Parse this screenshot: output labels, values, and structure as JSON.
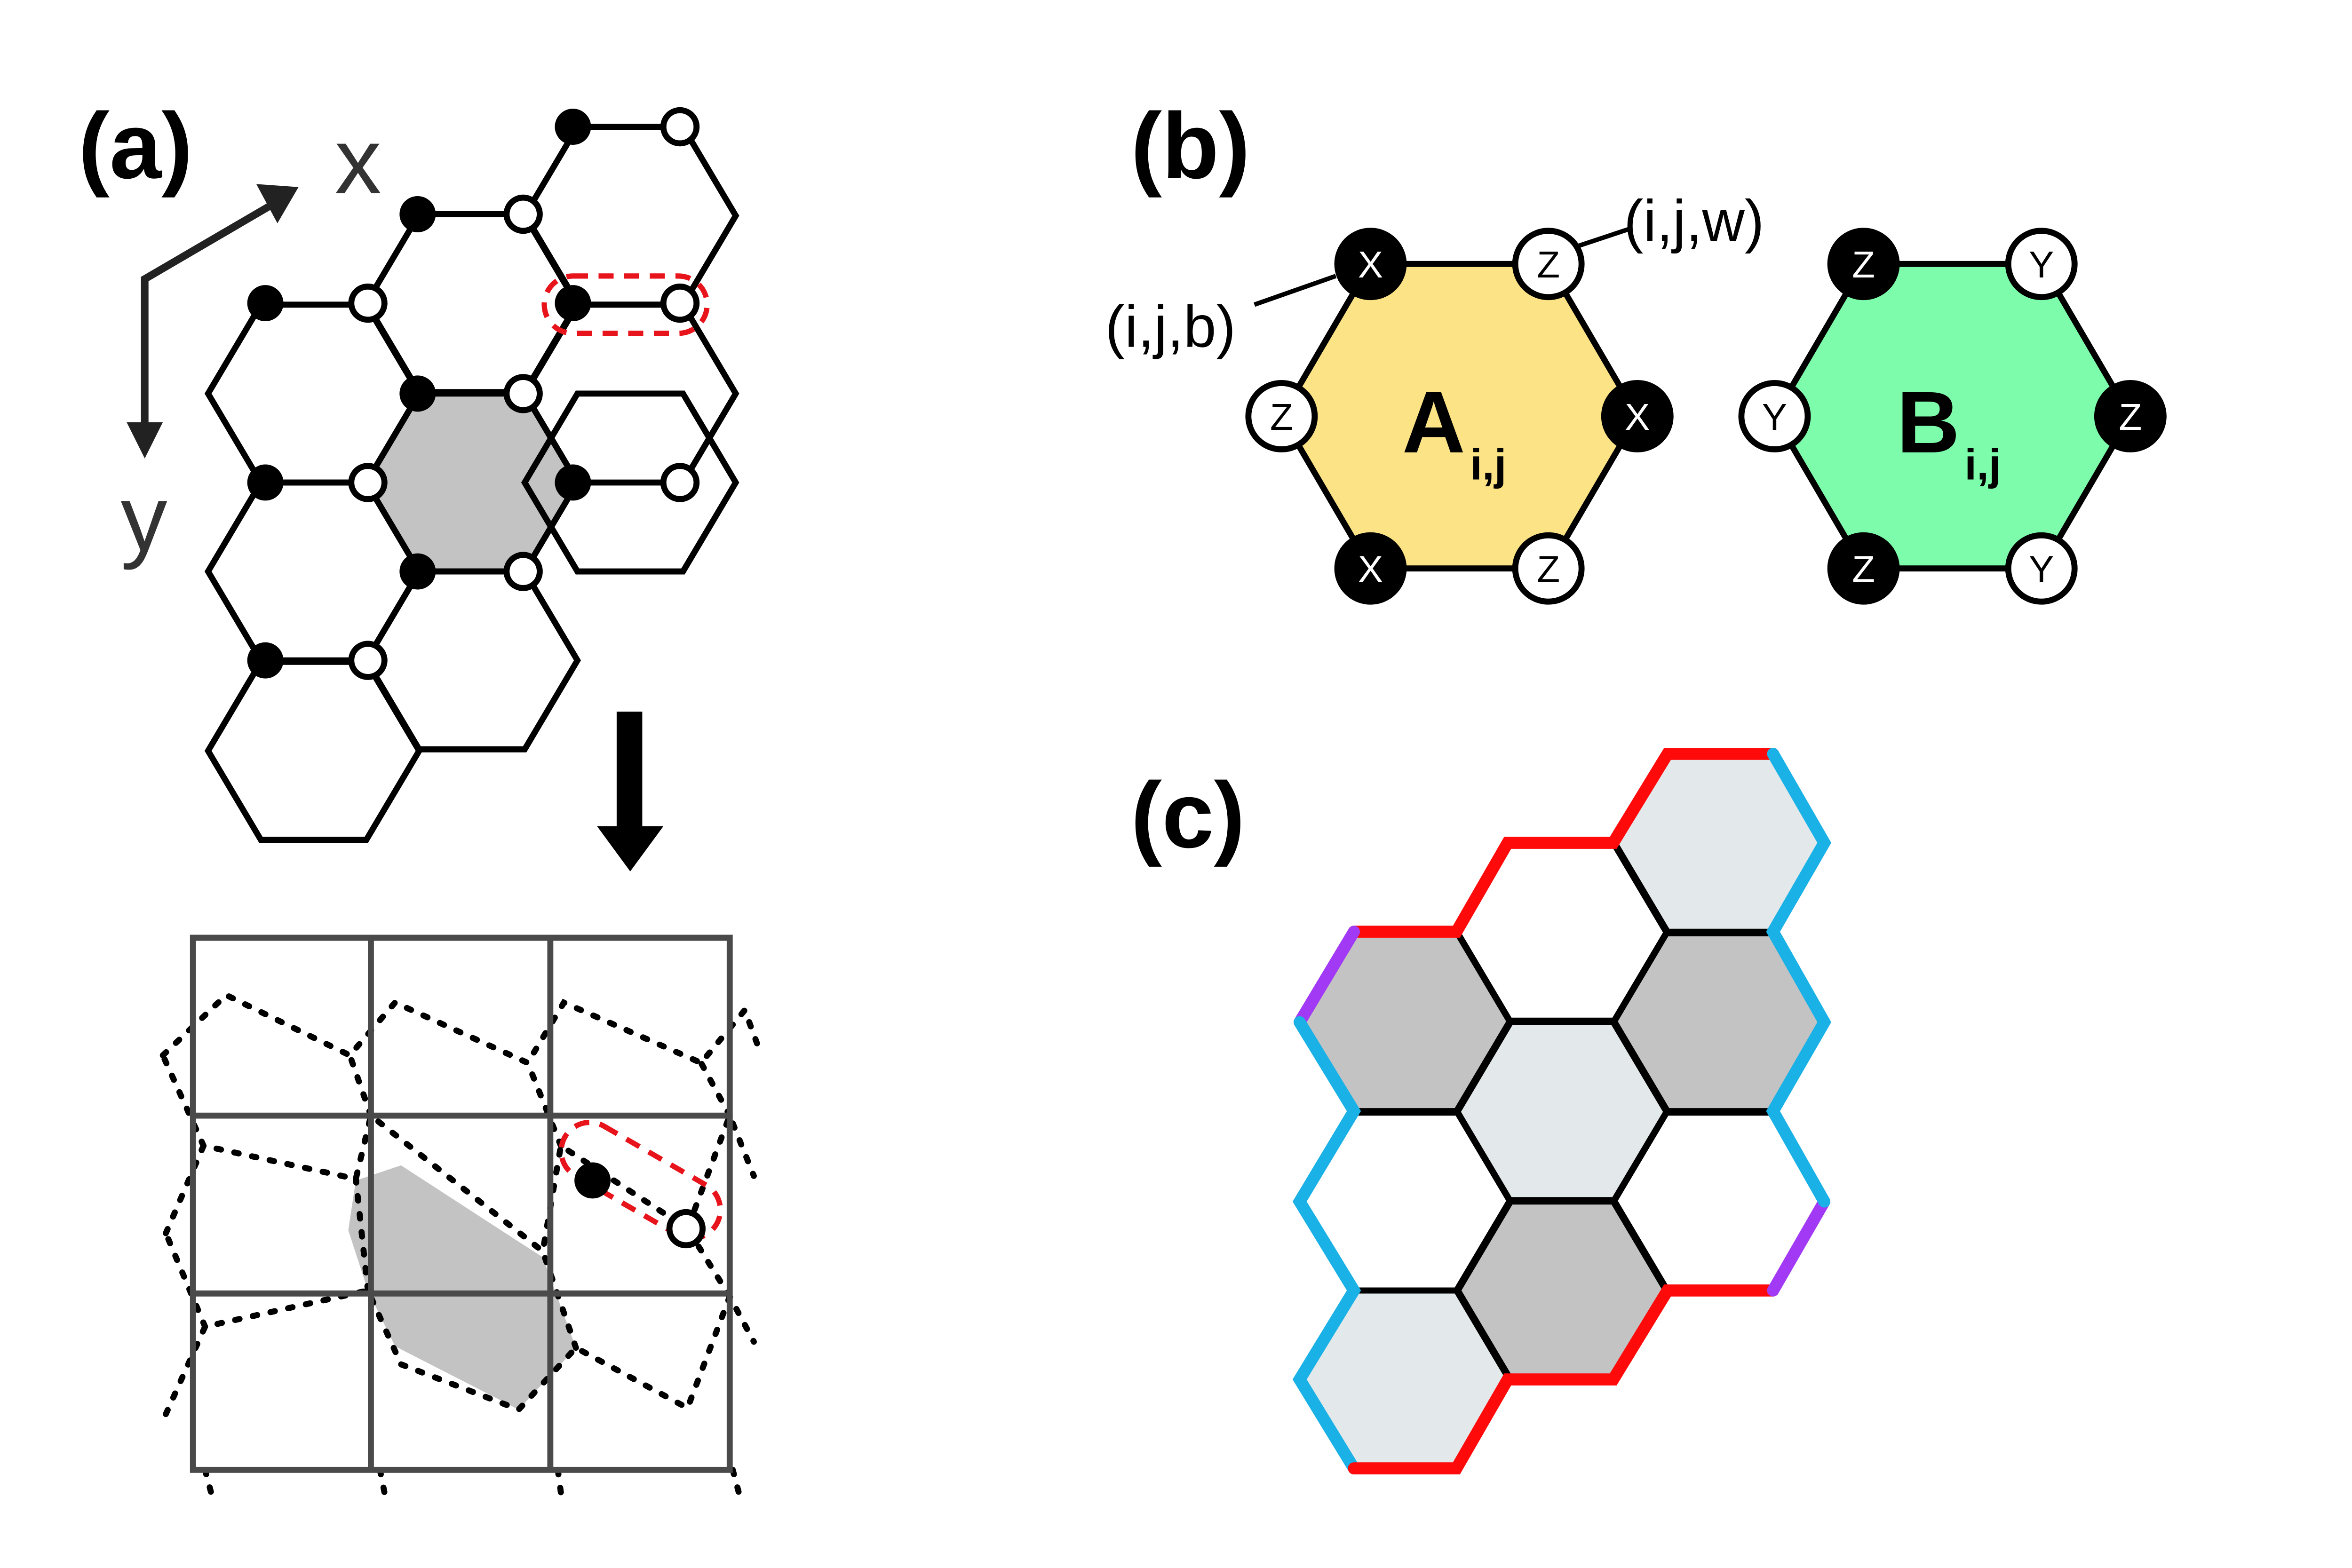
{
  "panels": {
    "a": {
      "label": "(a)",
      "axis_x": "x",
      "axis_y": "y"
    },
    "b": {
      "label": "(b)",
      "annotation_w": "(i,j,w)",
      "annotation_b": "(i,j,b)",
      "plaquette_a": {
        "letter": "A",
        "subscript": "i,j",
        "fill": "#fbe386",
        "vertices": [
          "X",
          "Z",
          "X",
          "Z",
          "X",
          "Z"
        ]
      },
      "plaquette_b": {
        "letter": "B",
        "subscript": "i,j",
        "fill": "#7dfdab",
        "vertices": [
          "Z",
          "Y",
          "Z",
          "Y",
          "Z",
          "Y"
        ]
      }
    },
    "c": {
      "label": "(c)",
      "shade_dark": "#c3c3c3",
      "shade_light": "#e3e8ea",
      "boundary_colors": {
        "red": "#ff0a0a",
        "blue": "#1ab1e6",
        "purple": "#a239f5"
      }
    }
  },
  "colors": {
    "stroke": "#000000",
    "grid": "#4a4a4a",
    "highlight": "#c3c3c3",
    "red_dashed": "#e8141c"
  }
}
